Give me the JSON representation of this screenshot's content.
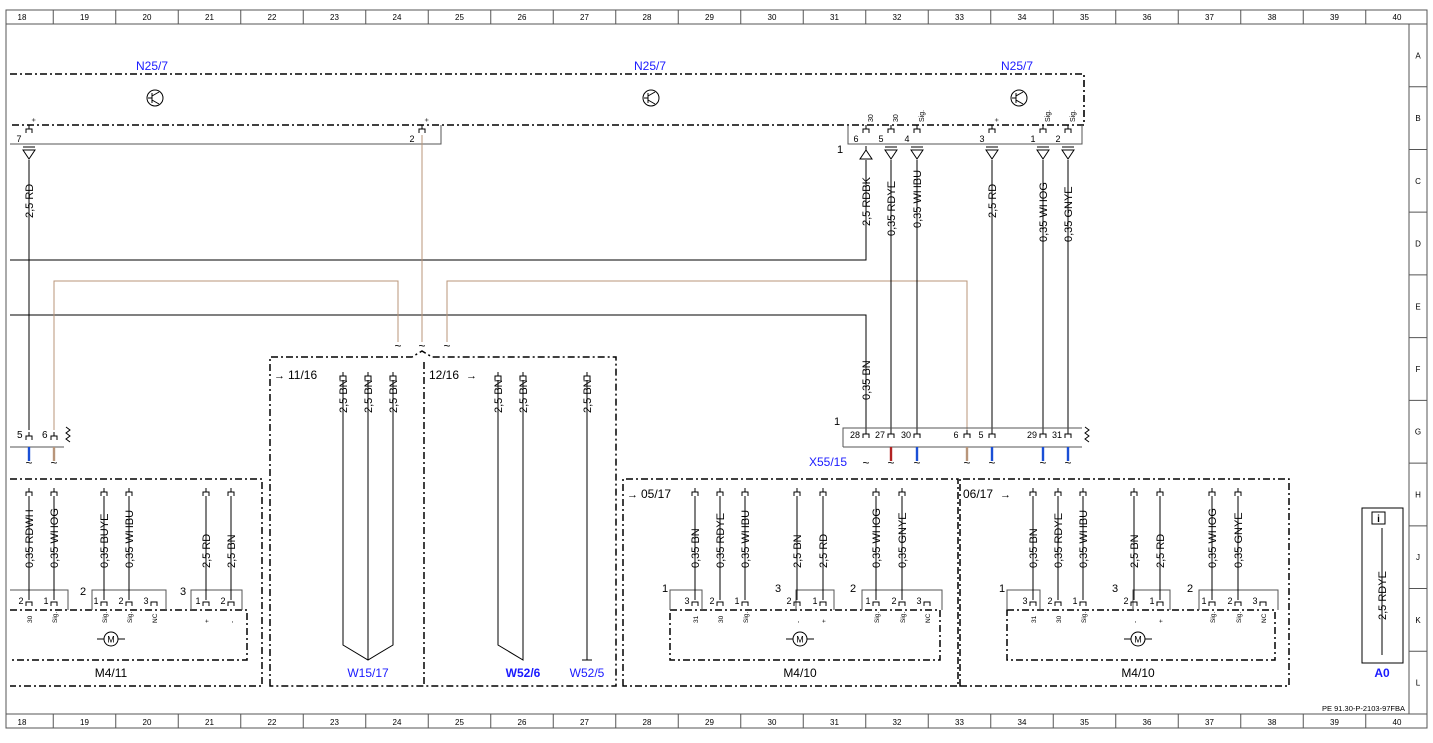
{
  "grid": {
    "columns": [
      "18",
      "19",
      "20",
      "21",
      "22",
      "23",
      "24",
      "25",
      "26",
      "27",
      "28",
      "29",
      "30",
      "31",
      "32",
      "33",
      "34",
      "35",
      "36",
      "37",
      "38",
      "39",
      "40"
    ],
    "rows": [
      "A",
      "B",
      "C",
      "D",
      "E",
      "F",
      "G",
      "H",
      "J",
      "K",
      "L"
    ]
  },
  "components": {
    "n25_7_left": "N25/7",
    "n25_7_mid": "N25/7",
    "n25_7_right": "N25/7",
    "x55_15": "X55/15",
    "m4_11": "M4/11",
    "m4_10_left": "M4/10",
    "m4_10_right": "M4/10",
    "w15_17": "W15/17",
    "w52_6": "W52/6",
    "w52_5": "W52/5",
    "a0": "A0"
  },
  "refs": {
    "r11_16": "11/16",
    "r12_16": "12/16",
    "r05_17": "05/17",
    "r06_17": "06/17"
  },
  "connector_n25_pins": [
    {
      "pin": "7",
      "tag": "+",
      "wire": "2,5 RD"
    },
    {
      "pin": "2",
      "tag": "+",
      "wire": ""
    },
    {
      "pin": "6",
      "tag": "30",
      "wire": "2,5 RDBK"
    },
    {
      "pin": "5",
      "tag": "30",
      "wire": "0,35 RDYE"
    },
    {
      "pin": "4",
      "tag": "Sig.",
      "wire": "0,35 WHBU"
    },
    {
      "pin": "3",
      "tag": "+",
      "wire": "2,5 RD"
    },
    {
      "pin": "1",
      "tag": "Sig.",
      "wire": "0,35 WHOG"
    },
    {
      "pin": "2",
      "tag": "Sig.",
      "wire": "0,35 GNYE"
    }
  ],
  "connector_n25_number": "1",
  "x55_number": "1",
  "x55_pins": [
    "28",
    "27",
    "30",
    "6",
    "5",
    "29",
    "31"
  ],
  "left_conn_pins": [
    "5",
    "6"
  ],
  "bn_wire": "0,35 BN",
  "w15_wires": [
    "2,5 BN",
    "2,5 BN",
    "2,5 BN"
  ],
  "w52_wires": [
    "2,5 BN",
    "2,5 BN",
    "2,5 BN"
  ],
  "m411": {
    "wires": [
      "0,35 RDWH",
      "0,35 WHOG",
      "0,35 BUYE",
      "0,35 WHBU",
      "2,5 RD",
      "2,5 BN"
    ],
    "conn_numbers": [
      "2",
      "3"
    ],
    "pins": [
      "2",
      "1",
      "1",
      "2",
      "3",
      "1",
      "2"
    ],
    "tags": [
      "30",
      "Sig.",
      "Sig.",
      "Sig.",
      "NC",
      "+",
      "-"
    ]
  },
  "m410": {
    "wires": [
      "0,35 BN",
      "0,35 RDYE",
      "0,35 WHBU",
      "2,5 BN",
      "2,5 RD",
      "0,35 WHOG",
      "0,35 GNYE"
    ],
    "conn_numbers": [
      "1",
      "3",
      "2"
    ],
    "pins": [
      "3",
      "2",
      "1",
      "2",
      "1",
      "1",
      "2",
      "3"
    ],
    "tags": [
      "31",
      "30",
      "Sig.",
      "-",
      "+",
      "Sig.",
      "Sig.",
      "NC"
    ]
  },
  "legend": {
    "icon": "i",
    "wire": "2,5 RDYE"
  },
  "doc_id": "PE 91.30-P-2103-97FBA",
  "colors": {
    "blue_label": "#1a1aff",
    "brown_wire": "#b8957a",
    "blue_wire": "#1a4fd6",
    "red_wire": "#b22222",
    "line": "#000000",
    "frame": "#555555"
  }
}
